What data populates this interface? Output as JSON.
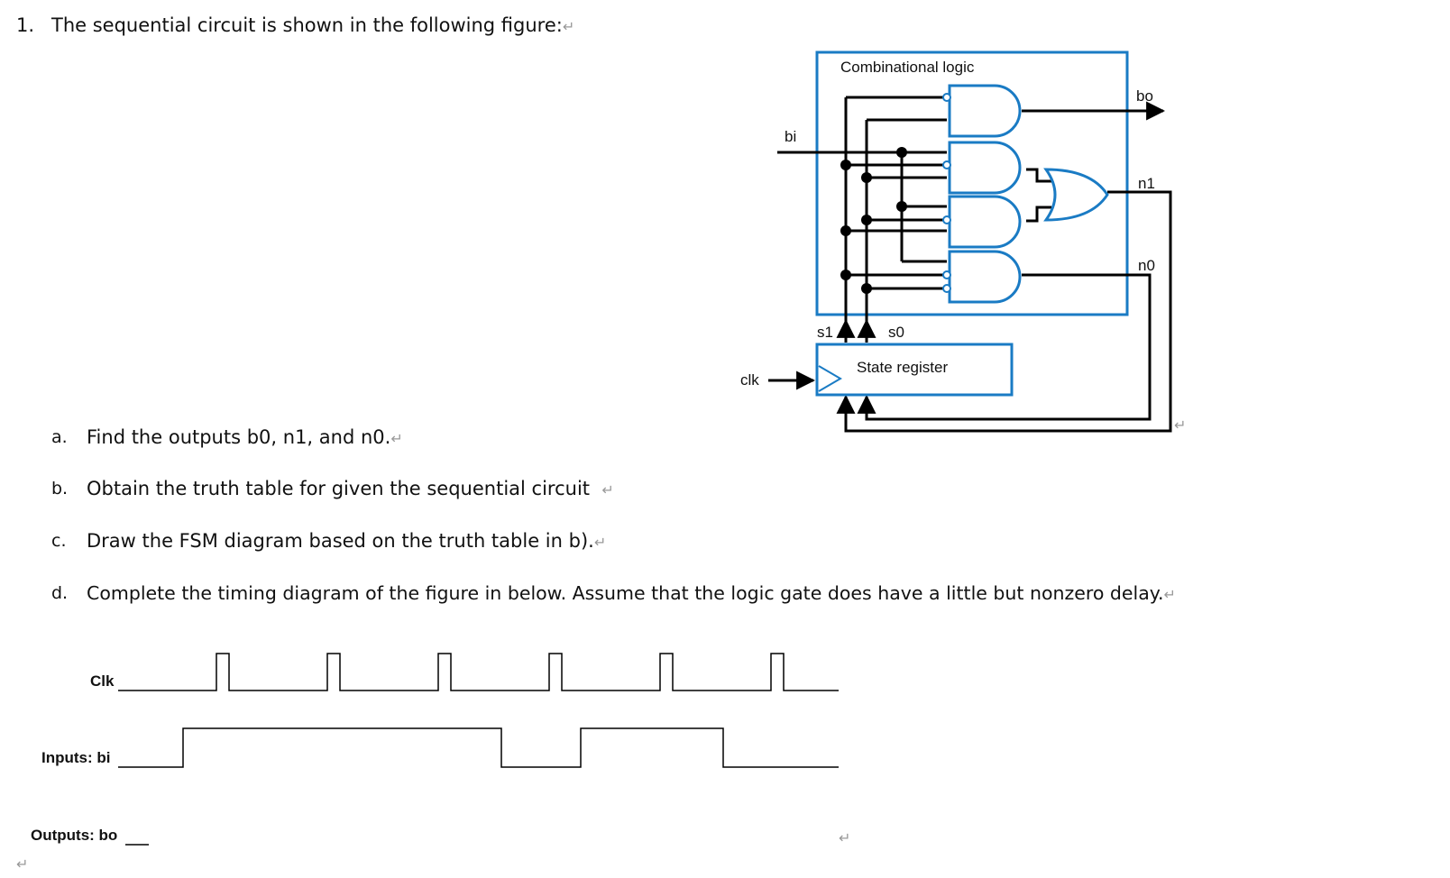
{
  "problem": {
    "number": "1.",
    "statement": "The sequential circuit is shown in the following figure:",
    "parts": [
      {
        "label": "a.",
        "text": "Find the outputs b0, n1, and n0."
      },
      {
        "label": "b.",
        "text": "Obtain the truth table for given the sequential circuit"
      },
      {
        "label": "c.",
        "text": "Draw the FSM diagram based on the truth table in b)."
      },
      {
        "label": "d.",
        "text": "Complete the timing diagram of the figure in below. Assume that the logic gate does have a little but nonzero delay."
      }
    ]
  },
  "circuit": {
    "comb_title": "Combinational logic",
    "input_bi": "bi",
    "output_bo": "bo",
    "output_n1": "n1",
    "output_n0": "n0",
    "state_s1": "s1",
    "state_s0": "s0",
    "register_label": "State register",
    "clk_label": "clk",
    "accent_color": "#1a7bc4"
  },
  "timing": {
    "clk_label": "Clk",
    "input_label": "Inputs: bi",
    "output_label": "Outputs: bo"
  },
  "return_mark": "↵"
}
